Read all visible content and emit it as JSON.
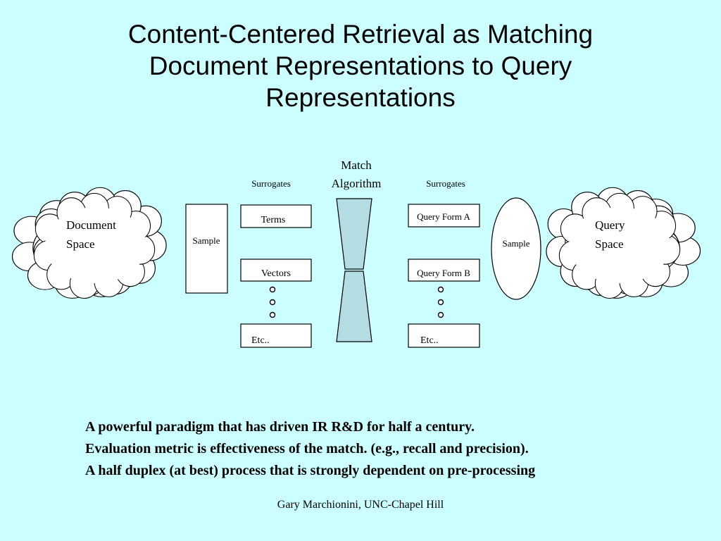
{
  "title": {
    "lines": [
      "Content-Centered Retrieval as Matching",
      "Document Representations to Query",
      "Representations"
    ]
  },
  "diagram": {
    "document_space": [
      "Document",
      "Space"
    ],
    "query_space": [
      "Query",
      "Space"
    ],
    "document_sample": "Sample",
    "query_sample": "Sample",
    "match_algorithm": [
      "Match",
      "Algorithm"
    ],
    "document_surrogates": {
      "label": "Surrogates",
      "items": [
        "Terms",
        "Vectors",
        "Etc.."
      ]
    },
    "query_surrogates": {
      "label": "Surrogates",
      "items": [
        "Query Form A",
        "Query Form B",
        "Etc.."
      ]
    }
  },
  "bullets": [
    "A powerful paradigm that has driven IR R&D for half a century.",
    "Evaluation metric is effectiveness of the match. (e.g., recall and precision).",
    "A half duplex (at best) process that is strongly dependent on pre-processing"
  ],
  "footer": "Gary Marchionini, UNC-Chapel Hill",
  "colors": {
    "background": "#ccffff",
    "hourglass_fill": "#b3dde3",
    "cloud_fill": "#ffffff",
    "box_fill": "#ffffff"
  }
}
